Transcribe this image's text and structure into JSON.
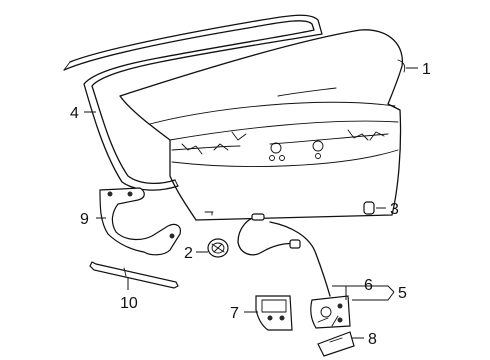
{
  "callouts": [
    {
      "id": "c1",
      "label": "1",
      "part": "trunk-lid"
    },
    {
      "id": "c2",
      "label": "2",
      "part": "bumper-stop"
    },
    {
      "id": "c3",
      "label": "3",
      "part": "clip"
    },
    {
      "id": "c4",
      "label": "4",
      "part": "weatherstrip"
    },
    {
      "id": "c5",
      "label": "5",
      "part": "latch-assembly"
    },
    {
      "id": "c6",
      "label": "6",
      "part": "release-cable"
    },
    {
      "id": "c7",
      "label": "7",
      "part": "striker"
    },
    {
      "id": "c8",
      "label": "8",
      "part": "release-switch"
    },
    {
      "id": "c9",
      "label": "9",
      "part": "hinge"
    },
    {
      "id": "c10",
      "label": "10",
      "part": "lift-support"
    }
  ]
}
